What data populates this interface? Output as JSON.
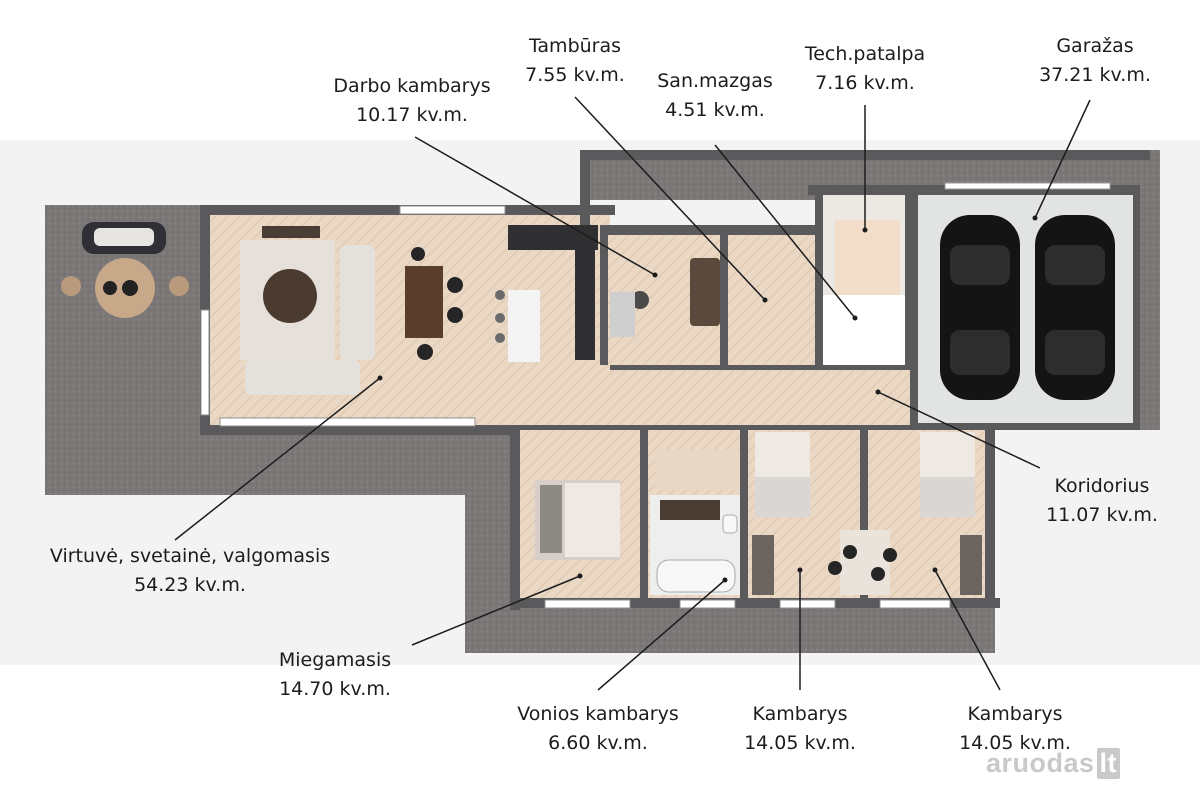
{
  "rooms": {
    "darbo": {
      "name": "Darbo kambarys",
      "area": "10.17 kv.m."
    },
    "tamburas": {
      "name": "Tambūras",
      "area": "7.55 kv.m."
    },
    "sanmazgas": {
      "name": "San.mazgas",
      "area": "4.51 kv.m."
    },
    "tech": {
      "name": "Tech.patalpa",
      "area": "7.16 kv.m."
    },
    "garazas": {
      "name": "Garažas",
      "area": "37.21 kv.m."
    },
    "koridorius": {
      "name": "Koridorius",
      "area": "11.07 kv.m."
    },
    "virtuve": {
      "name": "Virtuvė, svetainė, valgomasis",
      "area": "54.23 kv.m."
    },
    "miegamasis": {
      "name": "Miegamasis",
      "area": "14.70 kv.m."
    },
    "vonios": {
      "name": "Vonios kambarys",
      "area": "6.60 kv.m."
    },
    "kambarys1": {
      "name": "Kambarys",
      "area": "14.05 kv.m."
    },
    "kambarys2": {
      "name": "Kambarys",
      "area": "14.05 kv.m."
    }
  },
  "watermark": {
    "brand": "aruodas",
    "tld": "lt"
  },
  "colors": {
    "wall": "#5a5a5c",
    "floor": "#e9d7c3",
    "paving": "#7c7878",
    "garage_floor": "#e3e4e4",
    "car": "#141414"
  }
}
